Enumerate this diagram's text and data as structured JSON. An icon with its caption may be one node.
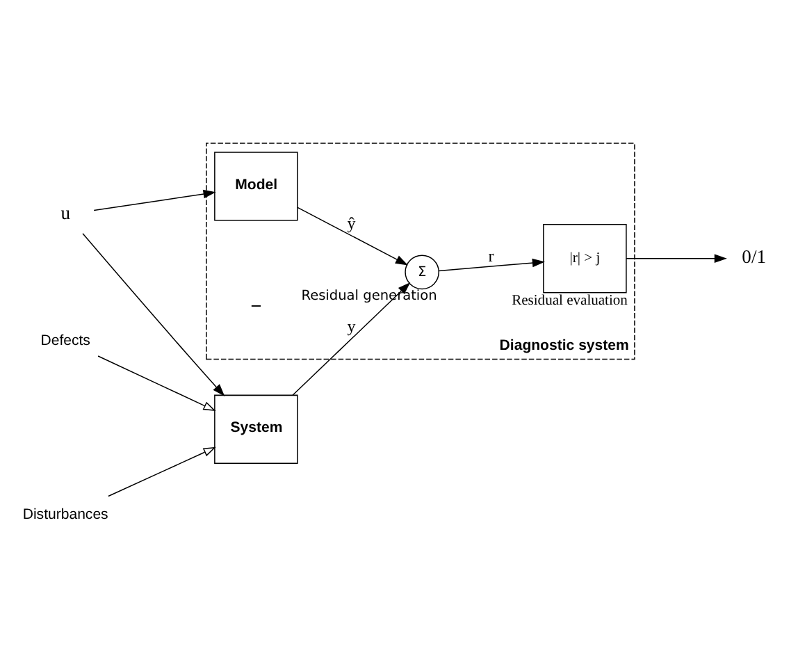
{
  "diagram": {
    "nodes": [
      {
        "text": [
          "Diagnostic system"
        ]
      },
      {
        "text": [
          "Defects"
        ]
      },
      {
        "text": [
          "Disturbances"
        ]
      },
      {
        "text": [
          "u"
        ]
      },
      {
        "text": [
          "System"
        ]
      },
      {
        "text": [
          "Σ"
        ],
        "in": 0,
        "beside": [
          "Residual generation"
        ]
      },
      {
        "text": [
          "|r| > j"
        ],
        "in": 0,
        "beside": [
          "Residual evaluation"
        ]
      },
      {
        "text": [
          "Model"
        ],
        "in": 0
      },
      {
        "text": [
          "0/1"
        ]
      }
    ],
    "edges": [
      {
        "from": 1,
        "to": 4,
        "arrow": "to"
      },
      {
        "from": 2,
        "to": 4,
        "arrow": "to"
      },
      {
        "from": 3,
        "to": 4,
        "arrow": "to"
      },
      {
        "from": 3,
        "to": 7,
        "arrow": "to"
      },
      {
        "from": 4,
        "to": 5,
        "label": "y",
        "arrow": "to"
      },
      {
        "from": 7,
        "to": 5,
        "label": "ŷ",
        "arrow": "to"
      },
      {
        "from": 5,
        "to": 6,
        "label": "r",
        "arrow": "to"
      },
      {
        "from": 6,
        "to": 8,
        "arrow": "to"
      }
    ],
    "labels": [
      "−"
    ]
  }
}
